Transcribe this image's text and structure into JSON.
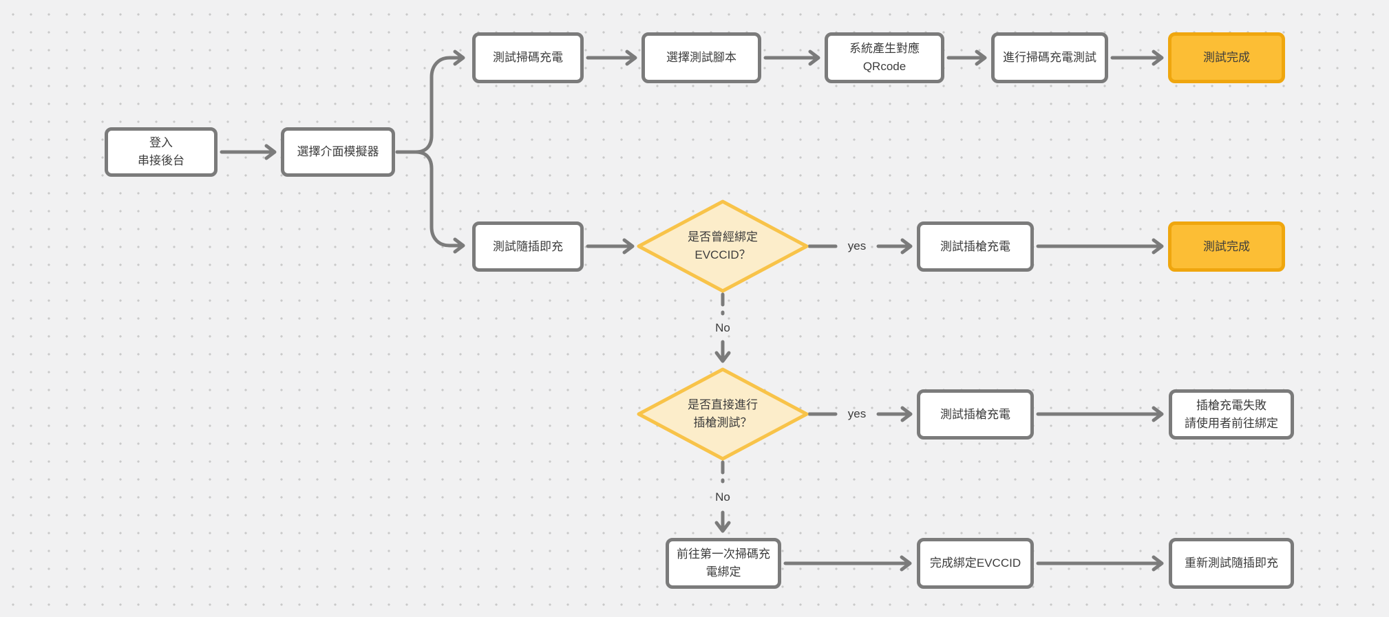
{
  "colors": {
    "canvas_bg": "#f1f1f2",
    "dot": "#c9c9c9",
    "edge": "#7b7b7b",
    "node_fill": "#ffffff",
    "node_border": "#7b7b7b",
    "accent_fill": "#fcbe35",
    "accent_border": "#efa60e",
    "diamond_fill": "#fcedca",
    "diamond_border": "#f8c349",
    "text": "#3c3c3c"
  },
  "nodes": {
    "login": {
      "lines": [
        "登入",
        "串接後台"
      ]
    },
    "selectSimulator": {
      "lines": [
        "選擇介面模擬器"
      ]
    },
    "testScanCharge": {
      "lines": [
        "測試掃碼充電"
      ]
    },
    "selectTestScript": {
      "lines": [
        "選擇測試腳本"
      ]
    },
    "systemQrcode": {
      "lines": [
        "系統產生對應",
        "QRcode"
      ]
    },
    "runScanChargeTest": {
      "lines": [
        "進行掃碼充電測試"
      ]
    },
    "testDoneTop": {
      "lines": [
        "測試完成"
      ]
    },
    "testPlugAndCharge": {
      "lines": [
        "測試隨插即充"
      ]
    },
    "decisionBoundEvccid": {
      "lines": [
        "是否曾經綁定",
        "EVCCID？"
      ]
    },
    "testGunCharge1": {
      "lines": [
        "測試插槍充電"
      ]
    },
    "testDoneMid": {
      "lines": [
        "測試完成"
      ]
    },
    "decisionDirectGunTest": {
      "lines": [
        "是否直接進行",
        "插槍測試？"
      ]
    },
    "testGunCharge2": {
      "lines": [
        "測試插槍充電"
      ]
    },
    "gunChargeFail": {
      "lines": [
        "插槍充電失敗",
        "請使用者前往綁定"
      ]
    },
    "firstScanBind": {
      "lines": [
        "前往第一次掃碼充",
        "電綁定"
      ]
    },
    "completeBindEvccid": {
      "lines": [
        "完成綁定EVCCID"
      ]
    },
    "retestPlugCharge": {
      "lines": [
        "重新測試隨插即充"
      ]
    }
  },
  "edge_labels": {
    "yes1": "yes",
    "no1": "No",
    "yes2": "yes",
    "no2": "No"
  },
  "edges": [
    {
      "from": "login",
      "to": "selectSimulator"
    },
    {
      "from": "selectSimulator",
      "to": "testScanCharge"
    },
    {
      "from": "selectSimulator",
      "to": "testPlugAndCharge"
    },
    {
      "from": "testScanCharge",
      "to": "selectTestScript"
    },
    {
      "from": "selectTestScript",
      "to": "systemQrcode"
    },
    {
      "from": "systemQrcode",
      "to": "runScanChargeTest"
    },
    {
      "from": "runScanChargeTest",
      "to": "testDoneTop"
    },
    {
      "from": "testPlugAndCharge",
      "to": "decisionBoundEvccid"
    },
    {
      "from": "decisionBoundEvccid",
      "to": "testGunCharge1",
      "label": "yes"
    },
    {
      "from": "testGunCharge1",
      "to": "testDoneMid"
    },
    {
      "from": "decisionBoundEvccid",
      "to": "decisionDirectGunTest",
      "label": "No",
      "style": "dashed"
    },
    {
      "from": "decisionDirectGunTest",
      "to": "testGunCharge2",
      "label": "yes"
    },
    {
      "from": "testGunCharge2",
      "to": "gunChargeFail"
    },
    {
      "from": "decisionDirectGunTest",
      "to": "firstScanBind",
      "label": "No",
      "style": "dashed"
    },
    {
      "from": "firstScanBind",
      "to": "completeBindEvccid"
    },
    {
      "from": "completeBindEvccid",
      "to": "retestPlugCharge"
    }
  ]
}
